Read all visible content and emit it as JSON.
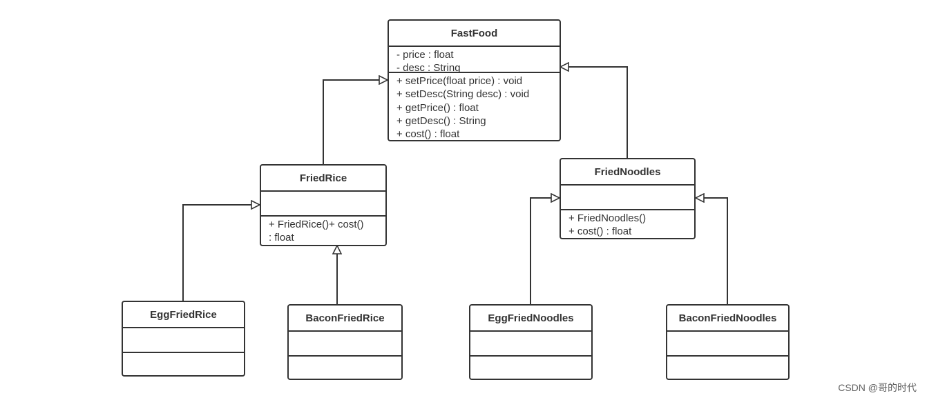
{
  "classes": {
    "fastfood": {
      "name": "FastFood",
      "attributes": [
        "- price : float",
        "- desc : String"
      ],
      "operations": [
        "+ setPrice(float price) : void",
        "+ setDesc(String desc) : void",
        "+ getPrice() : float",
        "+ getDesc() : String",
        "+ cost() : float"
      ]
    },
    "friedrice": {
      "name": "FriedRice",
      "operations": [
        "+ FriedRice()+ cost()",
        ": float"
      ]
    },
    "friednoodles": {
      "name": "FriedNoodles",
      "operations": [
        "+ FriedNoodles()",
        "+ cost() : float"
      ]
    },
    "eggfriedrice": {
      "name": "EggFriedRice"
    },
    "baconfriedrice": {
      "name": "BaconFriedRice"
    },
    "eggfriednoodles": {
      "name": "EggFriedNoodles"
    },
    "baconfriednoodles": {
      "name": "BaconFriedNoodles"
    }
  },
  "relationships": [
    {
      "type": "generalization",
      "from": "FriedRice",
      "to": "FastFood"
    },
    {
      "type": "generalization",
      "from": "FriedNoodles",
      "to": "FastFood"
    },
    {
      "type": "generalization",
      "from": "EggFriedRice",
      "to": "FriedRice"
    },
    {
      "type": "generalization",
      "from": "BaconFriedRice",
      "to": "FriedRice"
    },
    {
      "type": "generalization",
      "from": "EggFriedNoodles",
      "to": "FriedNoodles"
    },
    {
      "type": "generalization",
      "from": "BaconFriedNoodles",
      "to": "FriedNoodles"
    }
  ],
  "watermark": "CSDN @哥的时代",
  "colors": {
    "stroke": "#333333",
    "background": "#ffffff"
  }
}
